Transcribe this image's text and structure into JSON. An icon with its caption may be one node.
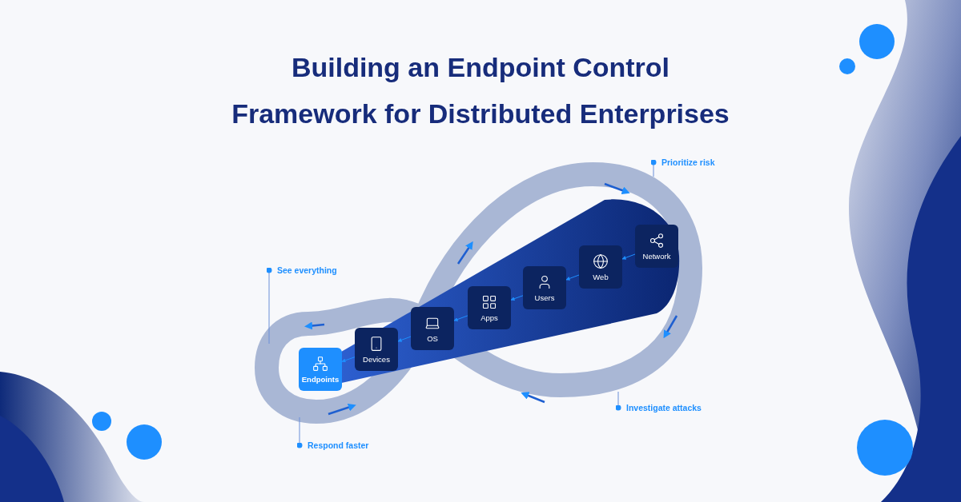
{
  "diagram": {
    "title": "Building an Endpoint Control Framework for Distributed Enterprises",
    "nodes": [
      {
        "text": [
          "Endpoints"
        ]
      },
      {
        "text": [
          "Devices"
        ]
      },
      {
        "text": [
          "OS"
        ]
      },
      {
        "text": [
          "Apps"
        ]
      },
      {
        "text": [
          "Users"
        ]
      },
      {
        "text": [
          "Web"
        ]
      },
      {
        "text": [
          "Network"
        ]
      },
      {
        "text": [
          "See everything"
        ]
      },
      {
        "text": [
          "Respond faster"
        ]
      },
      {
        "text": [
          "Investigate attacks"
        ]
      },
      {
        "text": [
          "Prioritize risk"
        ]
      }
    ],
    "edges": [
      {
        "from": 1,
        "to": 0,
        "arrow": "to"
      },
      {
        "from": 2,
        "to": 1,
        "arrow": "to"
      },
      {
        "from": 3,
        "to": 2,
        "arrow": "to"
      },
      {
        "from": 4,
        "to": 3,
        "arrow": "to"
      },
      {
        "from": 5,
        "to": 4,
        "arrow": "to"
      },
      {
        "from": 6,
        "to": 5,
        "arrow": "to"
      },
      {
        "from": 7,
        "to": null,
        "arrow": "other"
      },
      {
        "from": 8,
        "to": null,
        "arrow": "other"
      },
      {
        "from": 9,
        "to": null,
        "arrow": "other"
      },
      {
        "from": 10,
        "to": null,
        "arrow": "other"
      }
    ]
  }
}
